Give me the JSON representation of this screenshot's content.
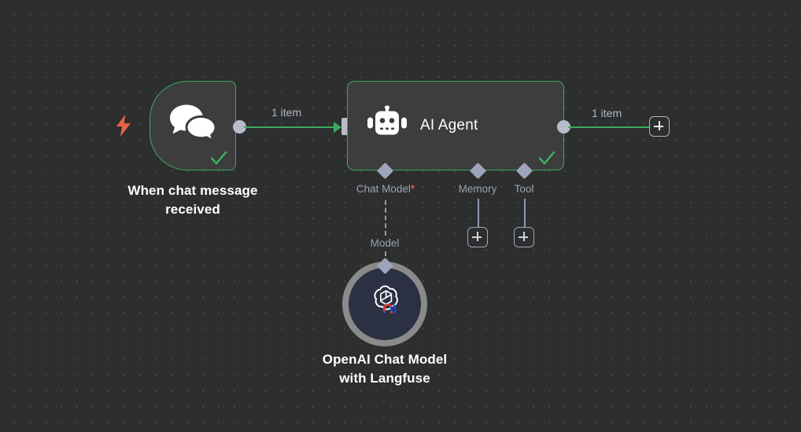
{
  "canvas": {
    "background_color": "#2d2e2e",
    "grid_dot_color": "#4a4b4b",
    "accent_green": "#3cab62",
    "connector_purple": "#9ea4bb",
    "trigger_bolt_color": "#e8614a"
  },
  "nodes": {
    "trigger": {
      "label": "When chat message\nreceived",
      "icon": "chat-bubbles-icon",
      "status": "success",
      "trigger_icon": "lightning-bolt-icon"
    },
    "agent": {
      "title": "AI Agent",
      "icon": "robot-icon",
      "status": "success"
    },
    "model": {
      "label": "OpenAI Chat Model\nwith Langfuse",
      "icon": "openai-langfuse-icon"
    }
  },
  "connections": {
    "trigger_to_agent_label": "1 item",
    "agent_to_next_label": "1 item"
  },
  "sub_connectors": [
    {
      "name": "chat-model",
      "label": "Chat Model",
      "required_marker": "*",
      "endpoint_label": "Model",
      "has_plus": false
    },
    {
      "name": "memory",
      "label": "Memory",
      "required_marker": "",
      "endpoint_label": "",
      "has_plus": true
    },
    {
      "name": "tool",
      "label": "Tool",
      "required_marker": "",
      "endpoint_label": "",
      "has_plus": true
    }
  ],
  "buttons": {
    "add_node_main": "+",
    "add_memory": "+",
    "add_tool": "+"
  }
}
